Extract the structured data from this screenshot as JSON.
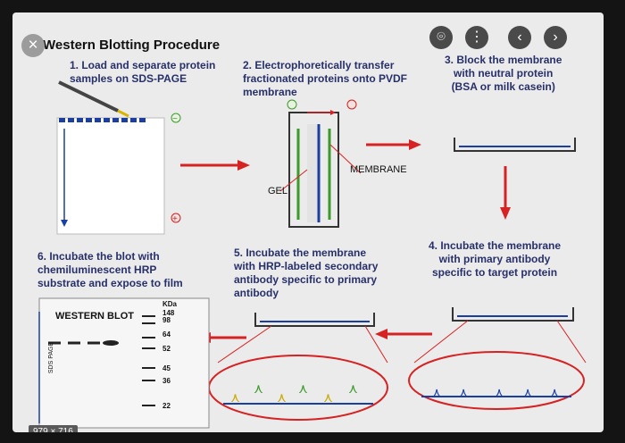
{
  "viewer": {
    "image_size": "979 × 716",
    "controls": {
      "lens": "lens-icon",
      "more": "more-icon",
      "prev": "‹",
      "next": "›",
      "close": "×"
    }
  },
  "slide": {
    "title": "Western Blotting Procedure",
    "steps": {
      "s1": [
        "1. Load and separate protein",
        "samples on SDS-PAGE"
      ],
      "s2": [
        "2. Electrophoretically transfer",
        "fractionated proteins onto PVDF",
        "membrane"
      ],
      "s3": [
        "3. Block the membrane",
        "with neutral protein",
        "(BSA or milk casein)"
      ],
      "s4": [
        "4. Incubate the membrane",
        "with primary antibody",
        "specific to target protein"
      ],
      "s5": [
        "5. Incubate the membrane",
        "with HRP-labeled secondary",
        "antibody specific to primary",
        "antibody"
      ],
      "s6": [
        "6. Incubate the blot with",
        "chemiluminescent HRP",
        "substrate and expose to film"
      ]
    },
    "labels": {
      "membrane": "MEMBRANE",
      "gel": "GEL",
      "western_blot": "WESTERN BLOT",
      "sds_page": "SDS PAGE",
      "kda": "KDa"
    },
    "markers": [
      "148",
      "98",
      "64",
      "52",
      "45",
      "36",
      "22"
    ],
    "signs": {
      "minus": "−",
      "plus": "+"
    }
  }
}
